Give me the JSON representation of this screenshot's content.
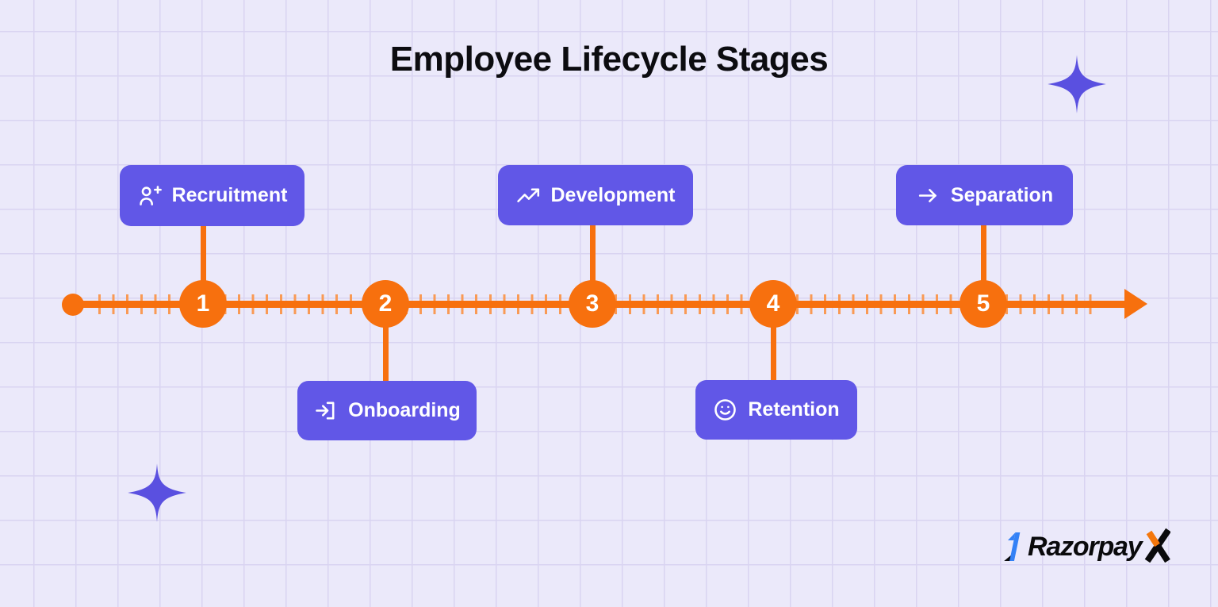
{
  "title": "Employee Lifecycle Stages",
  "timeline": {
    "direction": "left-to-right",
    "stages": [
      {
        "number": "1",
        "label": "Recruitment",
        "icon": "user-plus-icon",
        "label_position": "above"
      },
      {
        "number": "2",
        "label": "Onboarding",
        "icon": "log-in-icon",
        "label_position": "below"
      },
      {
        "number": "3",
        "label": "Development",
        "icon": "trending-up-icon",
        "label_position": "above"
      },
      {
        "number": "4",
        "label": "Retention",
        "icon": "smile-icon",
        "label_position": "below"
      },
      {
        "number": "5",
        "label": "Separation",
        "icon": "arrow-right-icon",
        "label_position": "above"
      }
    ]
  },
  "logo": {
    "brand": "Razorpay",
    "suffix": "X"
  },
  "decorations": {
    "sparkles": 2
  },
  "colors": {
    "background": "#ebe9fa",
    "grid_line": "#d9d4f1",
    "stage_box_purple": "#6157e7",
    "timeline_orange": "#f7700e",
    "tick_orange": "#f99a55",
    "sparkle_purple": "#5a50e0",
    "logo_blue": "#3381f6",
    "logo_orange": "#f4770c",
    "title_text": "#0c0c10"
  }
}
